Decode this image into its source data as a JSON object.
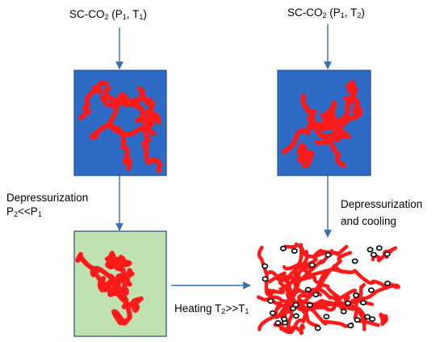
{
  "colors": {
    "box_blue": "#2d6bc4",
    "box_border": "#1f4e8c",
    "box_green": "#bfe2b0",
    "polymer_red": "#ff1a1a",
    "arrow": "#3a6fb5",
    "pore": "#000000"
  },
  "labels": {
    "feed_left": {
      "main": "SC-CO",
      "sub1": "2",
      "rest1": " (P",
      "sub2": "1",
      "rest2": ", T",
      "sub3": "1",
      "rest3": ")"
    },
    "feed_right": {
      "main": "SC-CO",
      "sub1": "2",
      "rest1": " (P",
      "sub2": "1",
      "rest2": ", T",
      "sub3": "2",
      "rest3": ")"
    },
    "step_depress": {
      "line1": "Depressurization",
      "p": "P",
      "psub2": "2",
      "lt": "<<P",
      "psub1": "1"
    },
    "step_depress_cool": {
      "line1": "Depressurization",
      "line2": "and cooling"
    },
    "step_heat": {
      "text": "Heating T",
      "sub2": "2",
      "gt": ">>T",
      "sub1": "1"
    }
  },
  "boxes": [
    {
      "name": "saturated-polymer-box-left",
      "state": "CO2-saturated polymer"
    },
    {
      "name": "saturated-polymer-box-right",
      "state": "CO2-saturated polymer"
    },
    {
      "name": "depressurized-polymer-box",
      "state": "depressurized polymer"
    }
  ],
  "foam": {
    "name": "porous-foam",
    "state": "foamed polymer with pores"
  }
}
